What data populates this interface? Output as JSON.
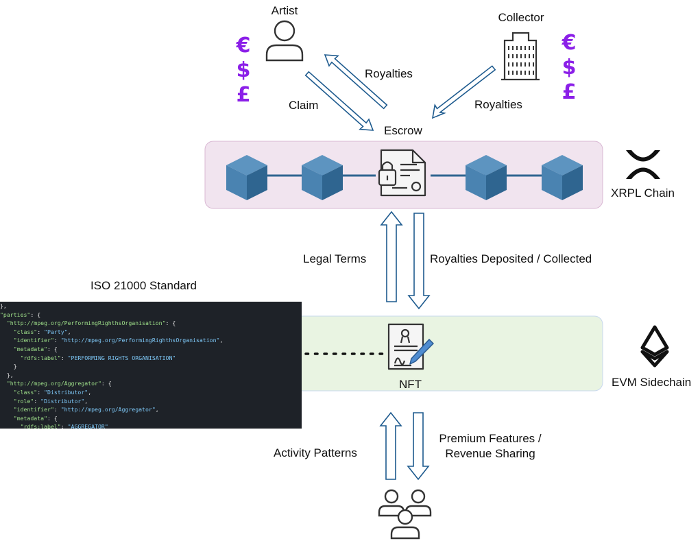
{
  "colors": {
    "currency": "#8b1fe8",
    "xrpl_band": "#f1e4ef",
    "evm_band": "#e9f4e2",
    "arrow_stroke": "#1d5a8e",
    "cube": "#3d78a6",
    "code_bg": "#1e2228"
  },
  "actors": {
    "artist": {
      "label": "Artist",
      "icon": "user-icon"
    },
    "collector": {
      "label": "Collector",
      "icon": "building-icon"
    },
    "users": {
      "icon": "users-group-icon"
    }
  },
  "currencies_left": [
    "€",
    "$",
    "£"
  ],
  "currencies_right": [
    "€",
    "$",
    "£"
  ],
  "flows": {
    "artist_royalties": "Royalties",
    "artist_claim": "Claim",
    "collector_royalties": "Royalties",
    "legal_terms": "Legal Terms",
    "royalties_deposited": "Royalties Deposited / Collected",
    "activity_patterns": "Activity Patterns",
    "premium_features_line1": "Premium Features /",
    "premium_features_line2": "Revenue Sharing"
  },
  "escrow": {
    "label": "Escrow",
    "icon": "locked-contract-icon"
  },
  "xrpl": {
    "label": "XRPL Chain",
    "logo": "xrp-logo-icon"
  },
  "nft": {
    "label": "NFT",
    "icon": "certificate-icon"
  },
  "evm": {
    "label": "EVM Sidechain",
    "logo": "ethereum-logo-icon"
  },
  "iso": {
    "title": "ISO 21000 Standard",
    "code_lines": [
      "},",
      "\"parties\": {",
      "  \"http://mpeg.org/PerformingRighthsOrganisation\": {",
      "    \"class\": \"Party\",",
      "    \"identifier\": \"http://mpeg.org/PerformingRighthsOrganisation\",",
      "    \"metadata\": {",
      "      \"rdfs:label\": \"PERFORMING RIGHTS ORGANISATION\"",
      "    }",
      "  },",
      "  \"http://mpeg.org/Aggregator\": {",
      "    \"class\": \"Distributor\",",
      "    \"role\": \"Distributor\",",
      "    \"identifier\": \"http://mpeg.org/Aggregator\",",
      "    \"metadata\": {",
      "      \"rdfs:label\": \"AGGREGATOR\""
    ]
  }
}
